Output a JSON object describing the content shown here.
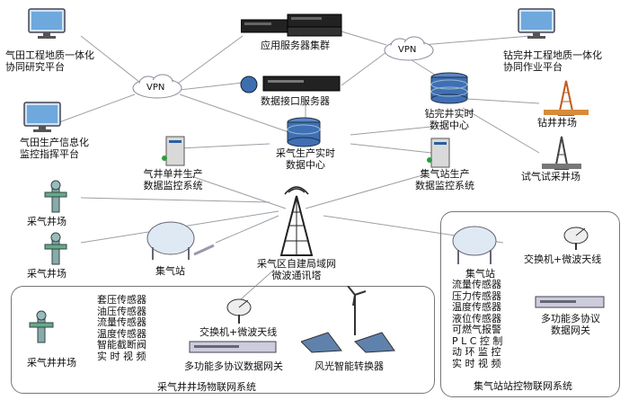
{
  "nodes": {
    "gas_field_collab": [
      "气田工程地质一体化",
      "协同研究平台"
    ],
    "gas_field_monitor": [
      "气田生产信息化",
      "监控指挥平台"
    ],
    "app_server_cluster": "应用服务器集群",
    "data_interface_server": "数据接口服务器",
    "vpn_left": "VPN",
    "vpn_right": "VPN",
    "drilling_collab": [
      "钻完井工程地质一体化",
      "协同作业平台"
    ],
    "drilling_data_center": [
      "钻完井实时",
      "数据中心"
    ],
    "drilling_site": "钻井井场",
    "test_gas_site": "试气试采井场",
    "gas_prod_data_center": [
      "采气生产实时",
      "数据中心"
    ],
    "single_well_monitor": [
      "气井单井生产",
      "数据监控系统"
    ],
    "gathering_station_monitor": [
      "集气站生产",
      "数据监控系统"
    ],
    "wellsite_1": "采气井场",
    "wellsite_2": "采气井场",
    "gathering_station_mid": "集气站",
    "tower": [
      "采气区自建局域网",
      "微波通讯塔"
    ]
  },
  "wellsite_iot": {
    "title": "采气井井场物联网系统",
    "wellsite": "采气井井场",
    "sensors": [
      "套压传感器",
      "油压传感器",
      "流量传感器",
      "温度传感器",
      "智能截断阀",
      "实 时 视 频"
    ],
    "switch": "交换机+微波天线",
    "gateway": "多功能多协议数据网关",
    "wind_solar": "风光智能转换器"
  },
  "station_iot": {
    "title": "集气站站控物联网系统",
    "station": "集气站",
    "items": [
      "流量传感器",
      "压力传感器",
      "温度传感器",
      "液位传感器",
      "可燃气报警",
      "P L C 控 制",
      "动 环 监 控",
      "实 时 视 频"
    ],
    "switch": "交换机+微波天线",
    "gateway": [
      "多功能多协议",
      "数据网关"
    ]
  }
}
